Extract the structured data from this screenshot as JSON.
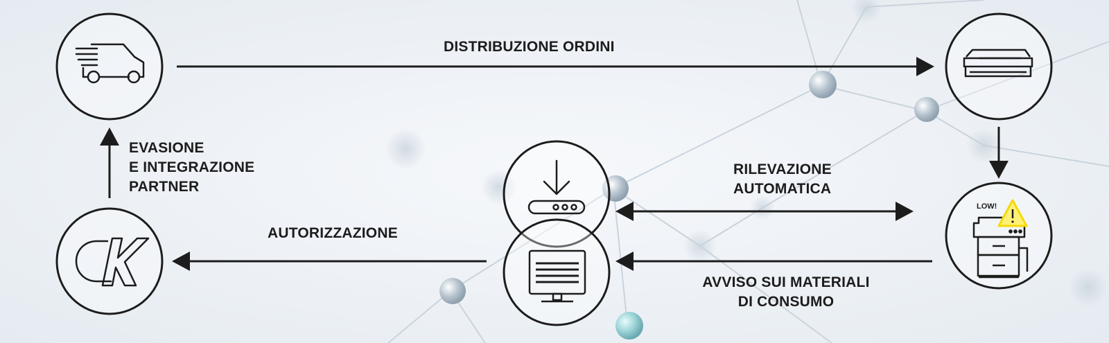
{
  "labels": {
    "distribuzione": "DISTRIBUZIONE ORDINI",
    "evasione": [
      "EVASIONE",
      "E INTEGRAZIONE",
      "PARTNER"
    ],
    "rilevazione": [
      "RILEVAZIONE",
      "AUTOMATICA"
    ],
    "autorizzazione": "AUTORIZZAZIONE",
    "avviso": [
      "AVVISO SUI MATERIALI",
      "DI CONSUMO"
    ],
    "low_badge": "LOW!"
  },
  "nodes": [
    {
      "id": "delivery",
      "icon": "delivery-truck-icon"
    },
    {
      "id": "toner",
      "icon": "toner-cartridge-icon"
    },
    {
      "id": "printer",
      "icon": "printer-copier-icon"
    },
    {
      "id": "router",
      "icon": "download-router-icon"
    },
    {
      "id": "monitor",
      "icon": "monitor-icon"
    },
    {
      "id": "logo",
      "icon": "k-logo-icon"
    }
  ],
  "colors": {
    "stroke": "#1c1c1c",
    "warning": "#f5d90a",
    "background": "#eef2f6"
  }
}
